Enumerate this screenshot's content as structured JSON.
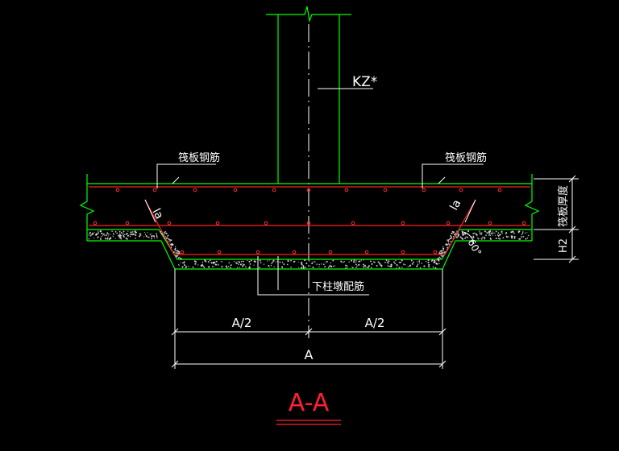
{
  "colors": {
    "background": "#000000",
    "outline": "#00ff00",
    "rebar": "#ff2020",
    "rebar_dot": "#ff3030",
    "text": "#ffffff",
    "title": "#ff2030",
    "centerline": "#ffffff"
  },
  "labels": {
    "column": "KZ*",
    "raft_rebar_left": "筏板钢筋",
    "raft_rebar_right": "筏板钢筋",
    "anchor_left": "la",
    "anchor_right": "la",
    "angle": "60°",
    "bottom_rebar": "下柱墩配筋",
    "raft_thickness": "筏板厚度",
    "h2": "H2",
    "half_left": "A/2",
    "half_right": "A/2",
    "total_width": "A",
    "section_title": "A-A"
  }
}
